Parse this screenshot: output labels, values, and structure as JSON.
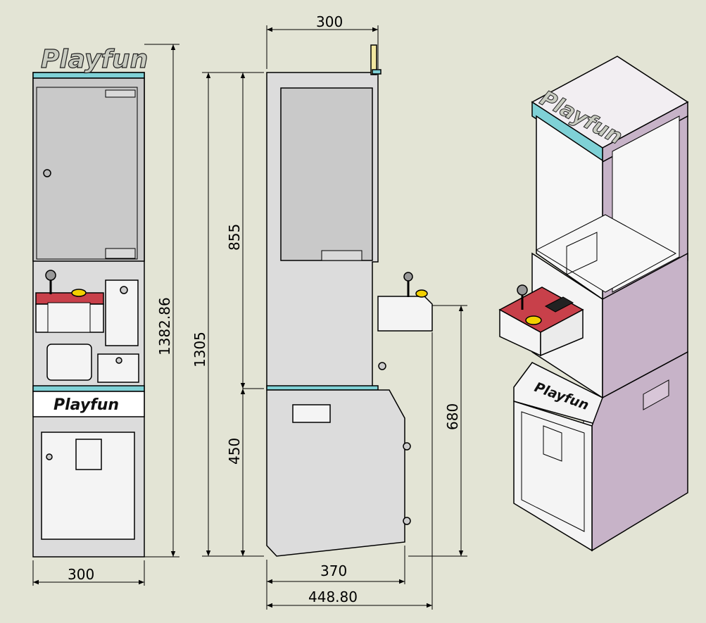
{
  "brand": "Playfun",
  "colors": {
    "background": "#e3e4d5",
    "panel": "#dcdcdc",
    "glass": "#c9c9c9",
    "white": "#f4f4f4",
    "accent_teal": "#7fd1d6",
    "iso_side": "#c7b3c8",
    "iso_top": "#f2eef2",
    "control_red": "#c8404a",
    "button_yellow": "#f2d000"
  },
  "dimensions": {
    "front_width": "300",
    "front_height": "1382.86",
    "side_top_width": "300",
    "side_total_height": "1305",
    "side_upper_height": "855",
    "side_lower_height": "450",
    "panel_height": "680",
    "side_base_depth": "370",
    "side_total_depth": "448.80"
  }
}
